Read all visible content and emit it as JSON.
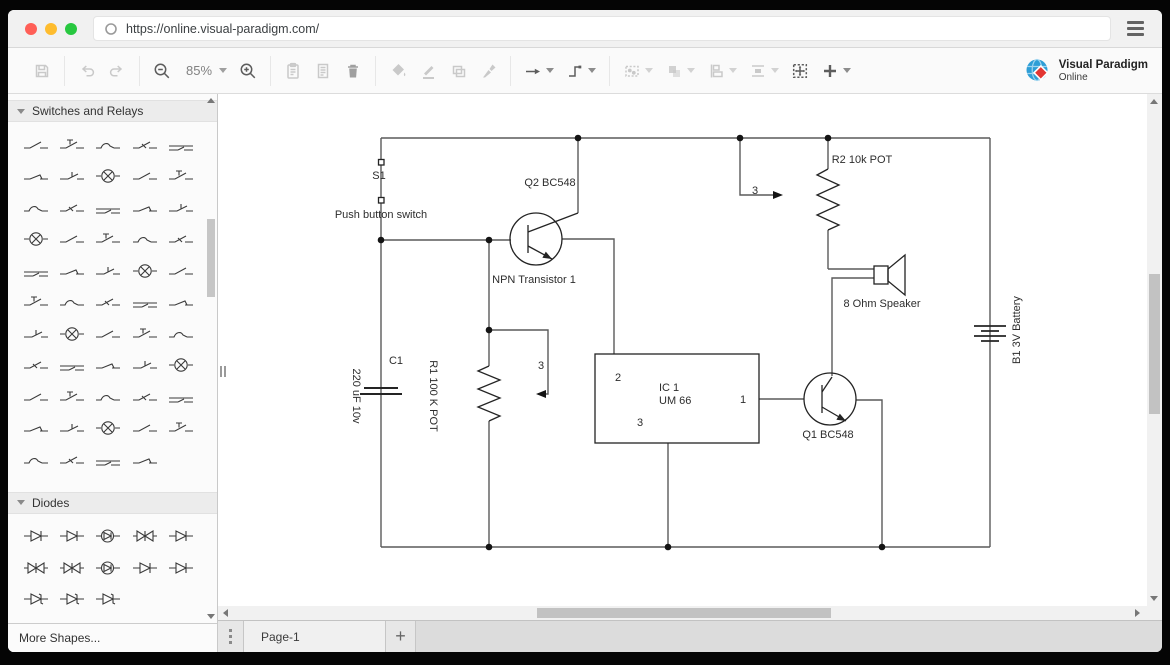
{
  "browser": {
    "url": "https://online.visual-paradigm.com/"
  },
  "brand": {
    "line1": "Visual Paradigm",
    "line2": "Online"
  },
  "toolbar": {
    "zoom_value": "85%",
    "groups": [
      [
        {
          "icon": "save",
          "tone": "light"
        }
      ],
      [
        {
          "icon": "undo",
          "tone": "light"
        },
        {
          "icon": "redo",
          "tone": "light"
        }
      ],
      [
        {
          "icon": "zoom-out",
          "tone": "dark"
        },
        {
          "label_key": "zoom_value",
          "caret": true,
          "tone": "mid"
        },
        {
          "icon": "zoom-in",
          "tone": "dark"
        }
      ],
      [
        {
          "icon": "paste",
          "tone": "light"
        },
        {
          "icon": "note",
          "tone": "light"
        },
        {
          "icon": "trash",
          "tone": "mid"
        }
      ],
      [
        {
          "icon": "fill-color",
          "tone": "light"
        },
        {
          "icon": "line-color",
          "tone": "light"
        },
        {
          "icon": "shape-style",
          "tone": "light"
        },
        {
          "icon": "brush",
          "tone": "light"
        }
      ],
      [
        {
          "icon": "arrow-style",
          "tone": "dark",
          "caret": true
        },
        {
          "icon": "connector-style",
          "tone": "dark",
          "caret": true
        }
      ],
      [
        {
          "icon": "selection",
          "tone": "light",
          "caret": true
        },
        {
          "icon": "order",
          "tone": "light",
          "caret": true
        },
        {
          "icon": "align",
          "tone": "light",
          "caret": true
        },
        {
          "icon": "distribute",
          "tone": "light",
          "caret": true
        },
        {
          "icon": "autofit",
          "tone": "dark"
        },
        {
          "icon": "insert",
          "tone": "dark",
          "caret": true
        }
      ]
    ]
  },
  "sidebar": {
    "sections": [
      {
        "label": "Switches and Relays",
        "shapes": [
          "v1",
          "v2",
          "v3",
          "v4",
          "v5",
          "v6",
          "v7",
          "v8",
          "v1",
          "v2",
          "v3",
          "v4",
          "v5",
          "v6",
          "v7",
          "v8",
          "v1",
          "v2",
          "v3",
          "v4",
          "v5",
          "v6",
          "v7",
          "v8",
          "v1",
          "v2",
          "v3",
          "v4",
          "v5",
          "v6",
          "v7",
          "v8",
          "v1",
          "v2",
          "v3",
          "v4",
          "v5",
          "v6",
          "v7",
          "v8",
          "v1",
          "v2",
          "v3",
          "v4",
          "v5",
          "v6",
          "v7",
          "v8",
          "v1",
          "v2",
          "v3",
          "v4",
          "v5",
          "v6"
        ]
      },
      {
        "label": "Diodes",
        "shapes": [
          "d1",
          "d1",
          "d3",
          "d4",
          "d1",
          "d4",
          "d4",
          "d3",
          "d1",
          "d1",
          "d2",
          "d2",
          "d2"
        ]
      }
    ],
    "more_shapes_label": "More Shapes..."
  },
  "circuit": {
    "s1": "S1",
    "s1_desc": "Push button switch",
    "q2": "Q2 BC548",
    "q2_desc": "NPN Transistor 1",
    "c1": "C1",
    "c1_value": "220 uF 10v",
    "r1": "R1 100 K POT",
    "wiper1": "3",
    "wiper2": "3",
    "ic_pin2": "2",
    "ic_name": "IC 1",
    "ic_model": "UM 66",
    "ic_pin1": "1",
    "ic_pin3": "3",
    "r2": "R2 10k POT",
    "speaker": "8 Ohm Speaker",
    "q1": "Q1 BC548",
    "battery": "B1 3V Battery"
  },
  "footer": {
    "page_tab_label": "Page-1",
    "add_page_label": "+"
  },
  "colors": {
    "traffic_red": "#ff5f57",
    "traffic_yellow": "#febc2e",
    "traffic_green": "#28c840",
    "brand_globe": "#2e9ed6",
    "brand_diamond": "#e23633"
  }
}
